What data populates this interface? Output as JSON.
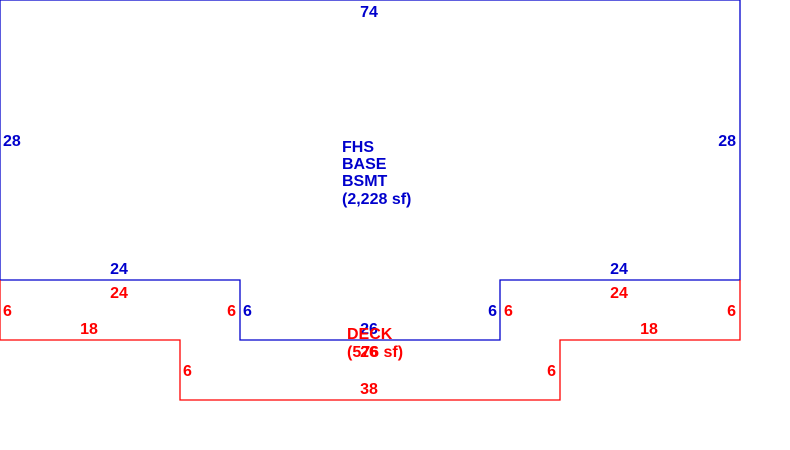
{
  "colors": {
    "base": "#0000cc",
    "deck": "#ff0000",
    "background": "#ffffff"
  },
  "base_area": {
    "name_line1": "FHS",
    "name_line2": "BASE",
    "name_line3": "BSMT",
    "size": "(2,228 sf)",
    "dims": {
      "top": "74",
      "left": "28",
      "right": "28",
      "bottom_left": "24",
      "bottom_right": "24",
      "step_left": "6",
      "step_right": "6",
      "bottom_center": "26"
    }
  },
  "deck_area": {
    "name": "DECK",
    "size": "(576 sf)",
    "dims": {
      "top_left": "24",
      "top_right": "24",
      "outer_left": "6",
      "outer_right": "6",
      "inner_left": "6",
      "inner_right": "6",
      "mid_left": "18",
      "mid_right": "18",
      "step_left": "6",
      "step_right": "6",
      "bottom": "38",
      "top_center": "26"
    }
  }
}
